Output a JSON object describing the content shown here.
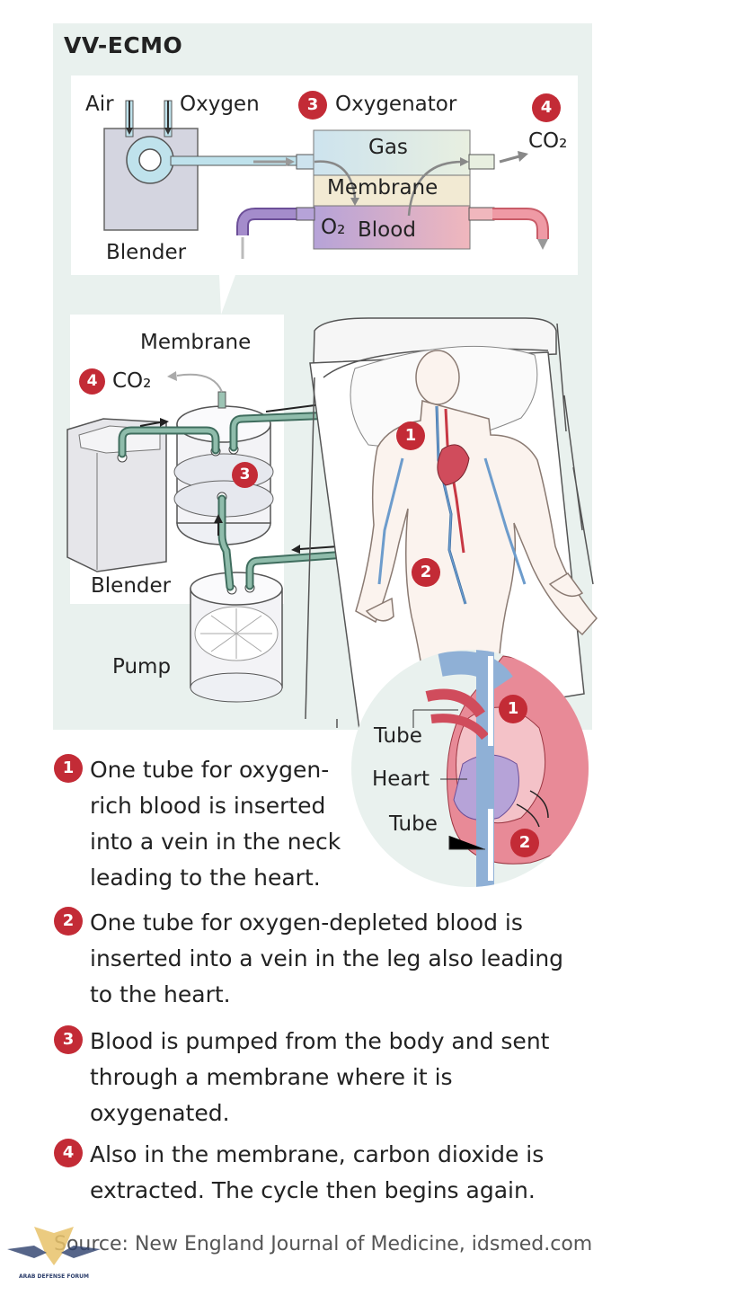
{
  "title": "VV-ECMO",
  "oxygenator_detail": {
    "air": "Air",
    "oxygen": "Oxygen",
    "oxygenator": "Oxygenator",
    "oxygenator_num": "3",
    "co2_num": "4",
    "co2": "CO₂",
    "gas": "Gas",
    "membrane": "Membrane",
    "o2": "O₂",
    "blood": "Blood",
    "blender": "Blender"
  },
  "machine": {
    "membrane": "Membrane",
    "co2_num": "4",
    "co2": "CO₂",
    "oxygenator_num": "3",
    "blender": "Blender",
    "pump": "Pump"
  },
  "patient": {
    "neck_num": "1",
    "leg_num": "2"
  },
  "heart_inset": {
    "tube_top": "Tube",
    "heart": "Heart",
    "tube_bottom": "Tube",
    "num_top": "1",
    "num_bottom": "2"
  },
  "notes": [
    {
      "num": "1",
      "text": "One tube for oxygen-rich blood is inserted into a vein in the neck leading to the heart."
    },
    {
      "num": "2",
      "text": "One tube for oxygen-depleted blood is inserted into a vein in the leg also leading to the heart."
    },
    {
      "num": "3",
      "text": "Blood is pumped from the body and sent through a membrane where it is oxygenated."
    },
    {
      "num": "4",
      "text": "Also in the membrane, carbon dioxide is extracted. The cycle then begins again."
    }
  ],
  "source": "Source: New England Journal of Medicine, idsmed.com",
  "logo": {
    "text": "ARAB DEFENSE FORUM"
  },
  "colors": {
    "badge": "#c32b36",
    "tube": "#6e9e8e",
    "panel": "#e9f1ee",
    "oxygenated": "#d95a6a",
    "deoxygenated": "#8a6fb5"
  }
}
